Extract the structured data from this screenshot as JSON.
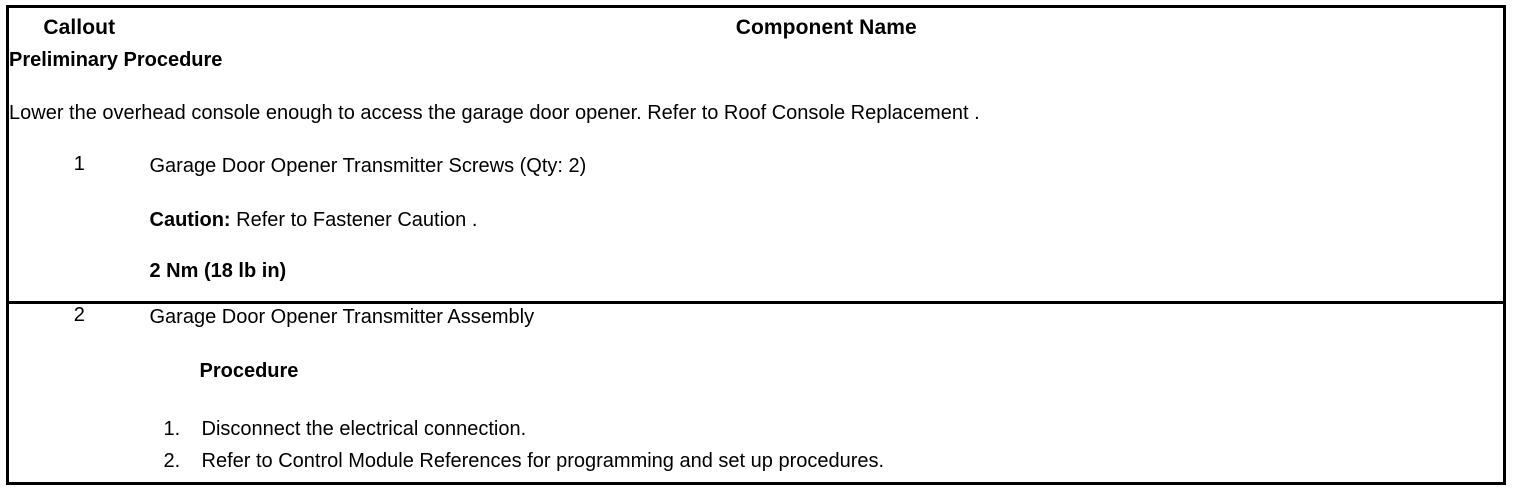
{
  "table": {
    "headers": {
      "callout": "Callout",
      "component_name": "Component Name"
    },
    "preliminary": {
      "title": "Preliminary Procedure",
      "text": "Lower the overhead console enough to access the garage door opener. Refer to Roof Console Replacement ."
    },
    "rows": [
      {
        "callout": "1",
        "component": "Garage Door Opener Transmitter Screws (Qty: 2)",
        "caution_label": "Caution:",
        "caution_text": " Refer to Fastener Caution .",
        "torque": "2 Nm (18 lb in)"
      },
      {
        "callout": "2",
        "component": "Garage Door Opener Transmitter Assembly",
        "procedure_heading": "Procedure",
        "steps": [
          {
            "num": "1.",
            "text": "Disconnect the electrical connection."
          },
          {
            "num": "2.",
            "text": "Refer to Control Module References for programming and set up procedures."
          }
        ]
      }
    ]
  },
  "colors": {
    "border": "#000000",
    "text": "#000000",
    "background": "#ffffff"
  }
}
